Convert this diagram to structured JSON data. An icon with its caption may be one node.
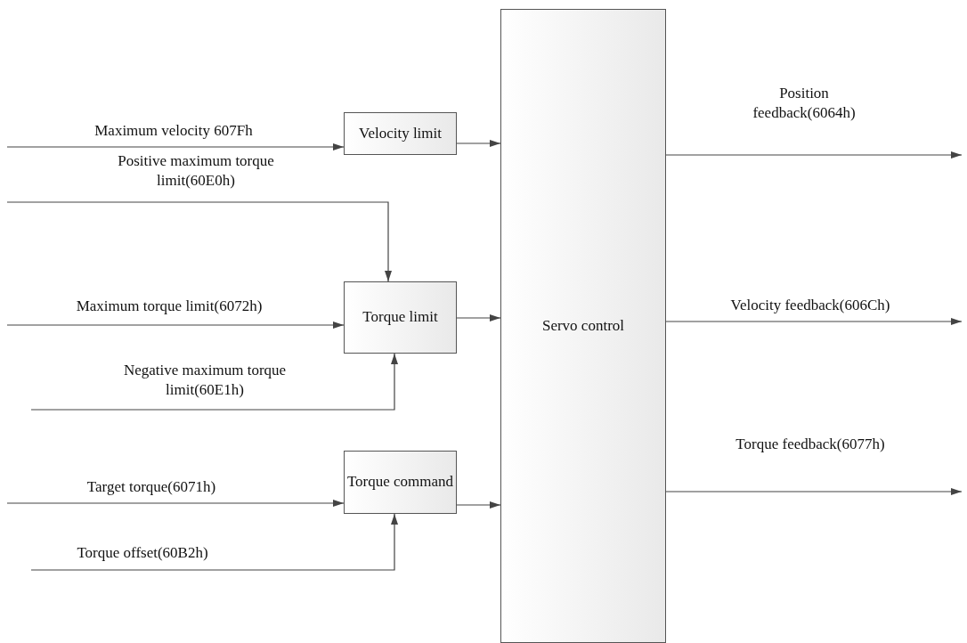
{
  "diagram": {
    "nodes": [
      {
        "text": [
          "Velocity limit"
        ]
      },
      {
        "text": [
          "Torque limit"
        ]
      },
      {
        "text": [
          "Torque command"
        ]
      },
      {
        "text": [
          "Servo control"
        ]
      }
    ],
    "edges": [
      {
        "from": null,
        "to": 0,
        "arrow": "to",
        "label": "Maximum velocity 607Fh"
      },
      {
        "from": null,
        "to": 1,
        "arrow": "to",
        "label": "Positive maximum torque limit(60E0h)"
      },
      {
        "from": null,
        "to": 1,
        "arrow": "to",
        "label": "Maximum torque limit(6072h)"
      },
      {
        "from": null,
        "to": 1,
        "arrow": "to",
        "label": "Negative maximum torque limit(60E1h)"
      },
      {
        "from": null,
        "to": 2,
        "arrow": "to",
        "label": "Target torque(6071h)"
      },
      {
        "from": null,
        "to": 2,
        "arrow": "to",
        "label": "Torque  offset(60B2h)"
      },
      {
        "from": 0,
        "to": 3,
        "arrow": "to"
      },
      {
        "from": 1,
        "to": 3,
        "arrow": "to"
      },
      {
        "from": 2,
        "to": 3,
        "arrow": "to"
      },
      {
        "from": 3,
        "to": null,
        "arrow": "to",
        "label": "Position feedback(6064h)"
      },
      {
        "from": 3,
        "to": null,
        "arrow": "to",
        "label": "Velocity feedback(606Ch)"
      },
      {
        "from": 3,
        "to": null,
        "arrow": "to",
        "label": "Torque feedback(6077h)"
      }
    ]
  }
}
